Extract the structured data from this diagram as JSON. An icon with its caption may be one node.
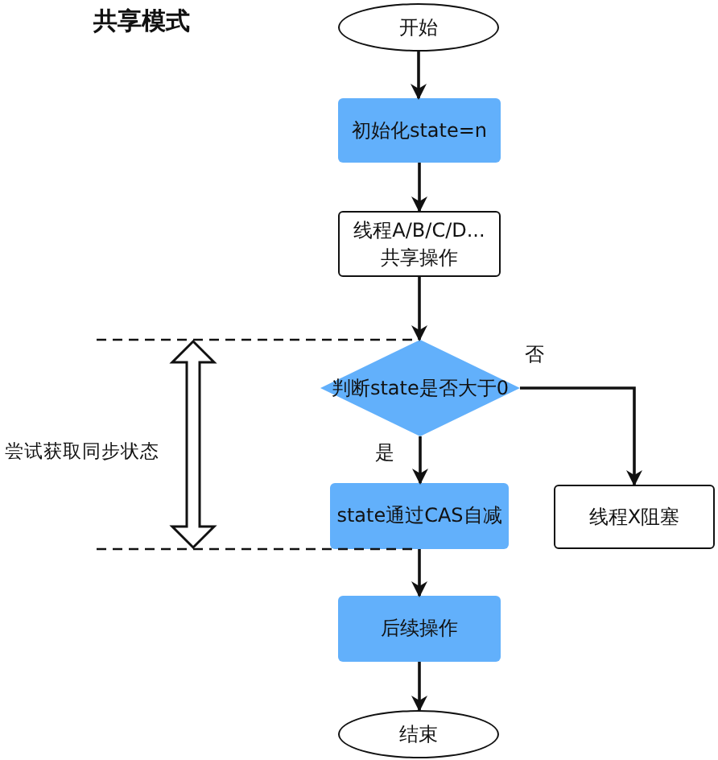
{
  "diagram": {
    "title": "共享模式",
    "nodes": [
      {
        "text": [
          "开始"
        ]
      },
      {
        "text": [
          "初始化state=n"
        ]
      },
      {
        "text": [
          "线程A/B/C/D... 共享操作"
        ]
      },
      {
        "text": [
          "判断state是否大于0"
        ]
      },
      {
        "text": [
          "state通过CAS自减"
        ]
      },
      {
        "text": [
          "线程X阻塞"
        ]
      },
      {
        "text": [
          "后续操作"
        ]
      },
      {
        "text": [
          "结束"
        ]
      }
    ],
    "edges": [
      {
        "from": 0,
        "to": 1,
        "arrow": "to"
      },
      {
        "from": 1,
        "to": 2,
        "arrow": "to"
      },
      {
        "from": 2,
        "to": 3,
        "arrow": "to"
      },
      {
        "from": 3,
        "to": 5,
        "arrow": "to",
        "label": "否"
      },
      {
        "from": 3,
        "to": 4,
        "arrow": "to",
        "label": "是"
      },
      {
        "from": 4,
        "to": 6,
        "arrow": "to"
      },
      {
        "from": 6,
        "to": 7,
        "arrow": "to"
      }
    ],
    "labels": [
      "尝试获取同步状态"
    ]
  }
}
